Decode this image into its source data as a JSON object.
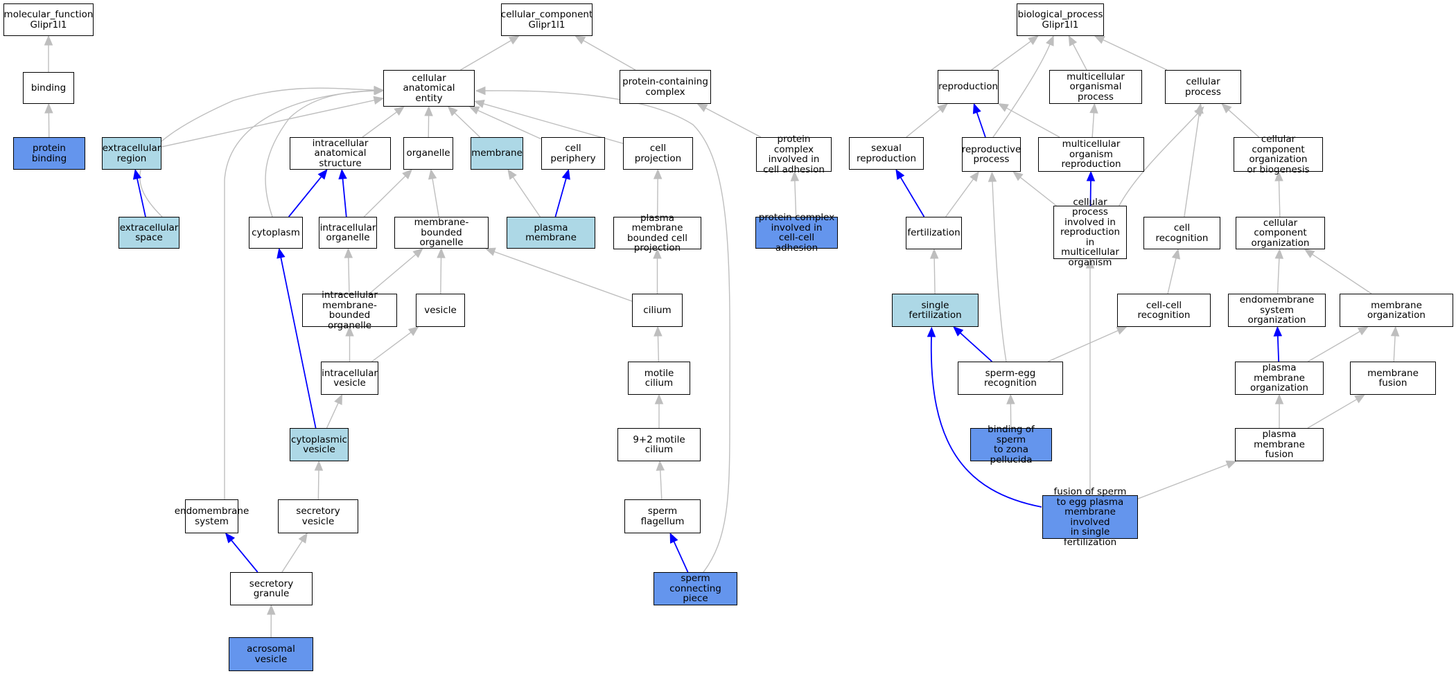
{
  "colors": {
    "direct_annotation": "#6495ed",
    "inferred_annotation": "#add8e6",
    "plain_term": "#ffffff",
    "is_a_edge": "#bebebe",
    "part_of_edge": "#0000ff"
  },
  "nodes": {
    "mf_root": "molecular_function\nGlipr1l1",
    "binding": "binding",
    "protein_binding": "protein binding",
    "cc_root": "cellular_component\nGlipr1l1",
    "cae": "cellular anatomical\nentity",
    "pcc": "protein-containing\ncomplex",
    "extracellular_region": "extracellular\nregion",
    "extracellular_space": "extracellular\nspace",
    "intracellular_anat": "intracellular\nanatomical structure",
    "organelle": "organelle",
    "membrane": "membrane",
    "cell_periphery": "cell periphery",
    "cell_projection": "cell projection",
    "pc_cell_adhesion": "protein complex\ninvolved in\ncell adhesion",
    "cytoplasm": "cytoplasm",
    "intracellular_organelle": "intracellular\norganelle",
    "membrane_bounded_organelle": "membrane-bounded\norganelle",
    "plasma_membrane": "plasma membrane",
    "pm_bounded_projection": "plasma membrane\nbounded cell\nprojection",
    "pc_cc_adhesion": "protein complex\ninvolved in\ncell-cell adhesion",
    "intra_mb_organelle": "intracellular\nmembrane-bounded\norganelle",
    "vesicle": "vesicle",
    "cilium": "cilium",
    "intracellular_vesicle": "intracellular\nvesicle",
    "motile_cilium": "motile cilium",
    "cytoplasmic_vesicle": "cytoplasmic\nvesicle",
    "nine_two_cilium": "9+2 motile cilium",
    "endomembrane_system": "endomembrane\nsystem",
    "secretory_vesicle": "secretory vesicle",
    "sperm_flagellum": "sperm flagellum",
    "secretory_granule": "secretory granule",
    "sperm_connecting_piece": "sperm connecting\npiece",
    "acrosomal_vesicle": "acrosomal vesicle",
    "bp_root": "biological_process\nGlipr1l1",
    "reproduction": "reproduction",
    "multicellular_organismal_process": "multicellular\norganismal process",
    "cellular_process": "cellular process",
    "sexual_reproduction": "sexual reproduction",
    "reproductive_process": "reproductive\nprocess",
    "multicellular_org_reproduction": "multicellular\norganism reproduction",
    "cc_org_biogenesis": "cellular component\norganization\nor biogenesis",
    "fertilization": "fertilization",
    "cp_reproduction": "cellular process\ninvolved in\nreproduction\nin multicellular\norganism",
    "cell_recognition": "cell recognition",
    "cc_organization": "cellular component\norganization",
    "single_fertilization": "single fertilization",
    "cell_cell_recognition": "cell-cell recognition",
    "endomembrane_org": "endomembrane\nsystem organization",
    "membrane_org": "membrane organization",
    "sperm_egg_recognition": "sperm-egg recognition",
    "pm_organization": "plasma membrane\norganization",
    "membrane_fusion": "membrane fusion",
    "binding_sperm_zp": "binding of sperm\nto zona pellucida",
    "pm_fusion": "plasma membrane\nfusion",
    "fusion_sperm_egg": "fusion of sperm\nto egg plasma\nmembrane involved\nin single fertilization"
  },
  "edges": [
    {
      "from": "binding",
      "to": "mf_root",
      "type": "is_a"
    },
    {
      "from": "protein_binding",
      "to": "binding",
      "type": "is_a"
    },
    {
      "from": "cae",
      "to": "cc_root",
      "type": "is_a"
    },
    {
      "from": "pcc",
      "to": "cc_root",
      "type": "is_a"
    },
    {
      "from": "extracellular_region",
      "to": "cae",
      "type": "is_a"
    },
    {
      "from": "extracellular_space",
      "to": "cae",
      "type": "is_a"
    },
    {
      "from": "extracellular_space",
      "to": "extracellular_region",
      "type": "part_of"
    },
    {
      "from": "intracellular_anat",
      "to": "cae",
      "type": "is_a"
    },
    {
      "from": "organelle",
      "to": "cae",
      "type": "is_a"
    },
    {
      "from": "membrane",
      "to": "cae",
      "type": "is_a"
    },
    {
      "from": "cell_periphery",
      "to": "cae",
      "type": "is_a"
    },
    {
      "from": "cell_projection",
      "to": "cae",
      "type": "is_a"
    },
    {
      "from": "cytoplasm",
      "to": "cae",
      "type": "is_a"
    },
    {
      "from": "cytoplasm",
      "to": "intracellular_anat",
      "type": "part_of"
    },
    {
      "from": "endomembrane_system",
      "to": "cae",
      "type": "is_a"
    },
    {
      "from": "sperm_connecting_piece",
      "to": "cae",
      "type": "is_a"
    },
    {
      "from": "pc_cell_adhesion",
      "to": "pcc",
      "type": "is_a"
    },
    {
      "from": "pc_cc_adhesion",
      "to": "pc_cell_adhesion",
      "type": "is_a"
    },
    {
      "from": "intracellular_organelle",
      "to": "intracellular_anat",
      "type": "part_of"
    },
    {
      "from": "intracellular_organelle",
      "to": "organelle",
      "type": "is_a"
    },
    {
      "from": "membrane_bounded_organelle",
      "to": "organelle",
      "type": "is_a"
    },
    {
      "from": "plasma_membrane",
      "to": "membrane",
      "type": "is_a"
    },
    {
      "from": "plasma_membrane",
      "to": "cell_periphery",
      "type": "part_of"
    },
    {
      "from": "pm_bounded_projection",
      "to": "cell_projection",
      "type": "is_a"
    },
    {
      "from": "intra_mb_organelle",
      "to": "intracellular_organelle",
      "type": "is_a"
    },
    {
      "from": "intra_mb_organelle",
      "to": "membrane_bounded_organelle",
      "type": "is_a"
    },
    {
      "from": "vesicle",
      "to": "membrane_bounded_organelle",
      "type": "is_a"
    },
    {
      "from": "cilium",
      "to": "membrane_bounded_organelle",
      "type": "is_a"
    },
    {
      "from": "cilium",
      "to": "pm_bounded_projection",
      "type": "is_a"
    },
    {
      "from": "intracellular_vesicle",
      "to": "intra_mb_organelle",
      "type": "is_a"
    },
    {
      "from": "intracellular_vesicle",
      "to": "vesicle",
      "type": "is_a"
    },
    {
      "from": "cytoplasmic_vesicle",
      "to": "intracellular_vesicle",
      "type": "is_a"
    },
    {
      "from": "cytoplasmic_vesicle",
      "to": "cytoplasm",
      "type": "part_of"
    },
    {
      "from": "secretory_vesicle",
      "to": "cytoplasmic_vesicle",
      "type": "is_a"
    },
    {
      "from": "secretory_granule",
      "to": "secretory_vesicle",
      "type": "is_a"
    },
    {
      "from": "secretory_granule",
      "to": "endomembrane_system",
      "type": "part_of"
    },
    {
      "from": "acrosomal_vesicle",
      "to": "secretory_granule",
      "type": "is_a"
    },
    {
      "from": "motile_cilium",
      "to": "cilium",
      "type": "is_a"
    },
    {
      "from": "nine_two_cilium",
      "to": "motile_cilium",
      "type": "is_a"
    },
    {
      "from": "sperm_flagellum",
      "to": "nine_two_cilium",
      "type": "is_a"
    },
    {
      "from": "sperm_connecting_piece",
      "to": "sperm_flagellum",
      "type": "part_of"
    },
    {
      "from": "reproduction",
      "to": "bp_root",
      "type": "is_a"
    },
    {
      "from": "multicellular_organismal_process",
      "to": "bp_root",
      "type": "is_a"
    },
    {
      "from": "cellular_process",
      "to": "bp_root",
      "type": "is_a"
    },
    {
      "from": "reproductive_process",
      "to": "bp_root",
      "type": "is_a"
    },
    {
      "from": "sexual_reproduction",
      "to": "reproduction",
      "type": "is_a"
    },
    {
      "from": "reproductive_process",
      "to": "reproduction",
      "type": "part_of"
    },
    {
      "from": "multicellular_org_reproduction",
      "to": "reproduction",
      "type": "is_a"
    },
    {
      "from": "multicellular_org_reproduction",
      "to": "multicellular_organismal_process",
      "type": "is_a"
    },
    {
      "from": "cc_org_biogenesis",
      "to": "cellular_process",
      "type": "is_a"
    },
    {
      "from": "cp_reproduction",
      "to": "cellular_process",
      "type": "is_a"
    },
    {
      "from": "cell_recognition",
      "to": "cellular_process",
      "type": "is_a"
    },
    {
      "from": "fertilization",
      "to": "sexual_reproduction",
      "type": "part_of"
    },
    {
      "from": "fertilization",
      "to": "reproductive_process",
      "type": "is_a"
    },
    {
      "from": "cp_reproduction",
      "to": "reproductive_process",
      "type": "is_a"
    },
    {
      "from": "cp_reproduction",
      "to": "multicellular_org_reproduction",
      "type": "part_of"
    },
    {
      "from": "sperm_egg_recognition",
      "to": "reproductive_process",
      "type": "is_a"
    },
    {
      "from": "cc_organization",
      "to": "cc_org_biogenesis",
      "type": "is_a"
    },
    {
      "from": "single_fertilization",
      "to": "fertilization",
      "type": "is_a"
    },
    {
      "from": "cell_cell_recognition",
      "to": "cell_recognition",
      "type": "is_a"
    },
    {
      "from": "endomembrane_org",
      "to": "cc_organization",
      "type": "is_a"
    },
    {
      "from": "membrane_org",
      "to": "cc_organization",
      "type": "is_a"
    },
    {
      "from": "sperm_egg_recognition",
      "to": "single_fertilization",
      "type": "part_of"
    },
    {
      "from": "sperm_egg_recognition",
      "to": "cell_cell_recognition",
      "type": "is_a"
    },
    {
      "from": "fusion_sperm_egg",
      "to": "cp_reproduction",
      "type": "is_a"
    },
    {
      "from": "fusion_sperm_egg",
      "to": "single_fertilization",
      "type": "part_of"
    },
    {
      "from": "pm_organization",
      "to": "endomembrane_org",
      "type": "part_of"
    },
    {
      "from": "pm_organization",
      "to": "membrane_org",
      "type": "is_a"
    },
    {
      "from": "membrane_fusion",
      "to": "membrane_org",
      "type": "is_a"
    },
    {
      "from": "binding_sperm_zp",
      "to": "sperm_egg_recognition",
      "type": "is_a"
    },
    {
      "from": "pm_fusion",
      "to": "pm_organization",
      "type": "is_a"
    },
    {
      "from": "pm_fusion",
      "to": "membrane_fusion",
      "type": "is_a"
    },
    {
      "from": "fusion_sperm_egg",
      "to": "pm_fusion",
      "type": "is_a"
    }
  ]
}
